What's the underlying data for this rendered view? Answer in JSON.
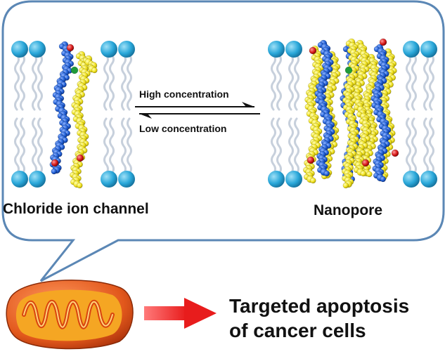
{
  "labels": {
    "channel": "Chloride ion channel",
    "nanopore": "Nanopore",
    "high_concentration": "High concentration",
    "low_concentration": "Low concentration",
    "outcome_line1": "Targeted apoptosis",
    "outcome_line2": "of cancer cells"
  },
  "colors": {
    "bubble_border": "#5b87b5",
    "lipid_head": "#29a7d9",
    "lipid_tail": "#c7d0dc",
    "strand_blue": "#1f5fd6",
    "strand_yellow": "#f1e21f",
    "atom_red": "#d81b1b",
    "atom_green": "#1f9a3a",
    "mitochondrion_outer": "#e2581c",
    "mitochondrion_inner": "#f5a623",
    "arrow_red": "#e81c1c"
  }
}
